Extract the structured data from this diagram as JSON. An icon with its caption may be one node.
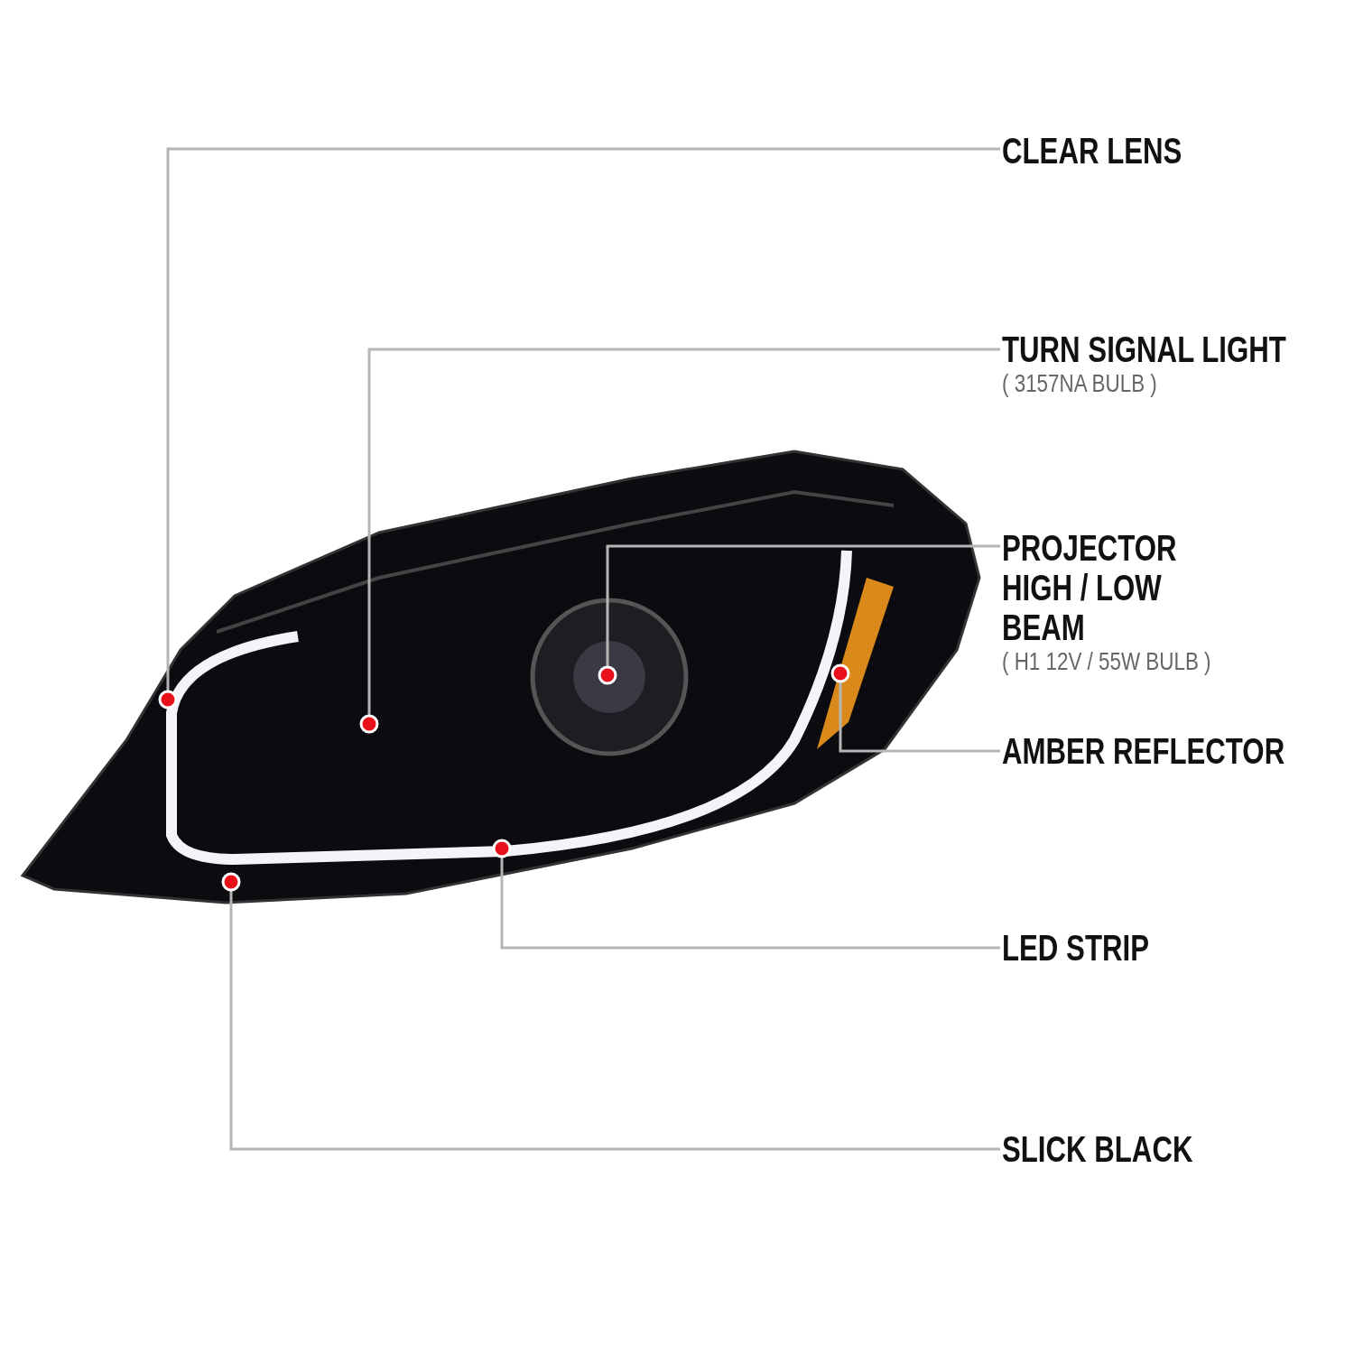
{
  "diagram": {
    "nodes": [
      {
        "text": [
          "CLEAR LENS"
        ]
      },
      {
        "text": [
          "TURN SIGNAL LIGHT",
          "( 3157NA BULB )"
        ]
      },
      {
        "text": [
          "PROJECTOR HIGH / LOW BEAM",
          "( H1 12V / 55W BULB )"
        ]
      },
      {
        "text": [
          "AMBER REFLECTOR"
        ]
      },
      {
        "text": [
          "LED STRIP"
        ]
      },
      {
        "text": [
          "SLICK BLACK"
        ]
      }
    ],
    "edges": [
      {
        "from": 0,
        "to": null,
        "arrow": "other"
      },
      {
        "from": 1,
        "to": null,
        "arrow": "other"
      },
      {
        "from": 2,
        "to": null,
        "arrow": "other"
      },
      {
        "from": 3,
        "to": null,
        "arrow": "other"
      },
      {
        "from": 4,
        "to": null,
        "arrow": "other"
      },
      {
        "from": 5,
        "to": null,
        "arrow": "other"
      }
    ]
  }
}
